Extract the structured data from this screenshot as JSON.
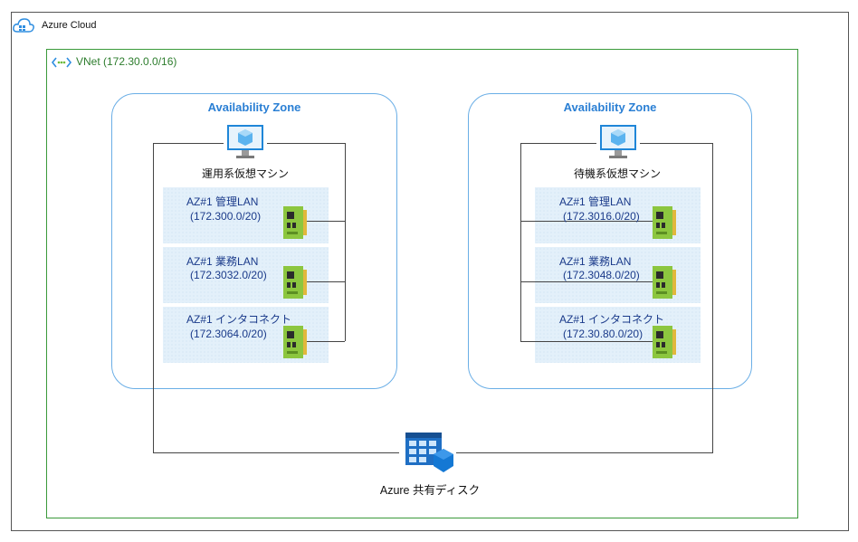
{
  "cloud": {
    "title": "Azure Cloud",
    "icon": "azure-cloud-icon"
  },
  "vnet": {
    "title": "VNet (172.30.0.0/16)",
    "icon": "vnet-icon"
  },
  "zones": [
    {
      "title": "Availability Zone",
      "vm_label": "運用系仮想マシン",
      "lans": [
        {
          "name": "AZ#1 管理LAN",
          "cidr": "(172.300.0/20)"
        },
        {
          "name": "AZ#1 業務LAN",
          "cidr": "(172.3032.0/20)"
        },
        {
          "name": "AZ#1 インタコネクト",
          "cidr": "(172.3064.0/20)"
        }
      ]
    },
    {
      "title": "Availability Zone",
      "vm_label": "待機系仮想マシン",
      "lans": [
        {
          "name": "AZ#1 管理LAN",
          "cidr": "(172.3016.0/20)"
        },
        {
          "name": "AZ#1 業務LAN",
          "cidr": "(172.3048.0/20)"
        },
        {
          "name": "AZ#1 インタコネクト",
          "cidr": "(172.30.80.0/20)"
        }
      ]
    }
  ],
  "shared_disk": {
    "label": "Azure 共有ディスク",
    "icon": "shared-disk-icon"
  },
  "colors": {
    "zone_border": "#6aaee6",
    "vnet_border": "#3a9a3a",
    "accent": "#2a7fd4",
    "nic_green": "#8cc63f"
  }
}
